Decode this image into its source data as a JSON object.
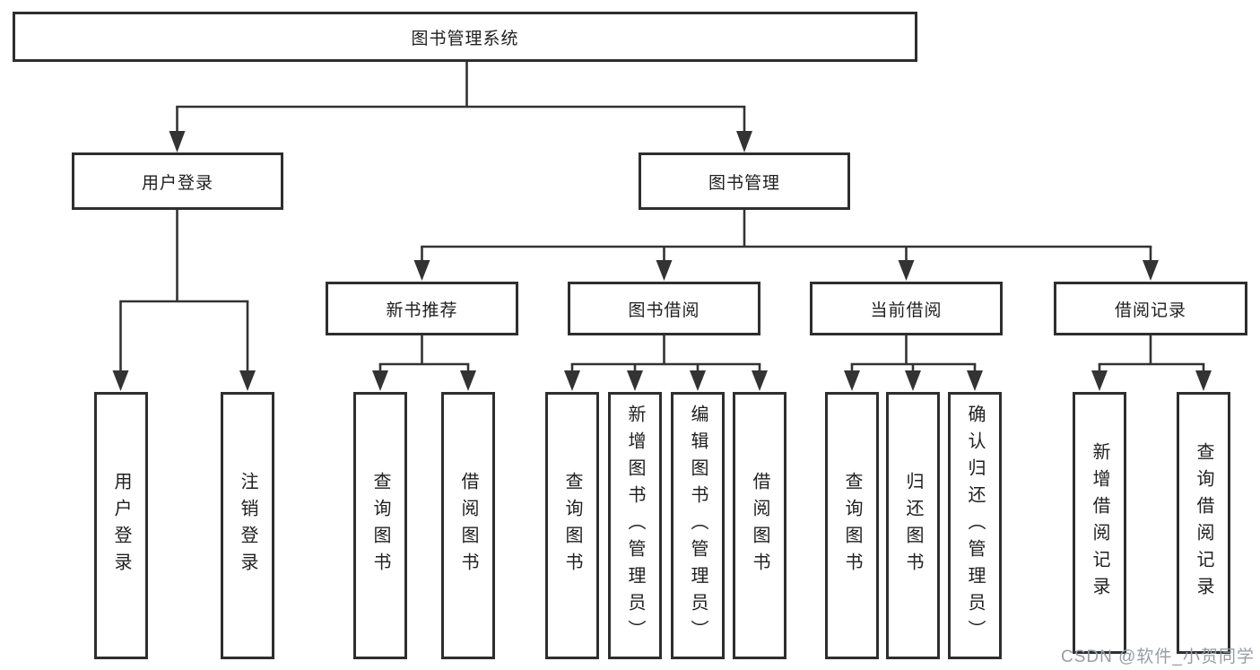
{
  "diagram": {
    "title": "图书管理系统",
    "colors": {
      "line": "#333333",
      "box_border": "#2e2e2e",
      "box_fill": "#ffffff",
      "text": "#1f1f1f",
      "watermark": "#989ca6",
      "background": "#ffffff"
    },
    "nodes": {
      "root": {
        "label": "图书管理系统"
      },
      "user_login": {
        "label": "用户登录"
      },
      "book_mgmt": {
        "label": "图书管理"
      },
      "new_book_rec": {
        "label": "新书推荐"
      },
      "book_borrow": {
        "label": "图书借阅"
      },
      "current_borrow": {
        "label": "当前借阅"
      },
      "borrow_record": {
        "label": "借阅记录"
      },
      "leaf_user_login": {
        "label": "用户登录"
      },
      "leaf_logout": {
        "label": "注销登录"
      },
      "leaf_rec_query_book": {
        "label": "查询图书"
      },
      "leaf_rec_borrow_book": {
        "label": "借阅图书"
      },
      "leaf_bb_query_book": {
        "label": "查询图书"
      },
      "leaf_bb_add_book": {
        "label": "新增图书（管理员）"
      },
      "leaf_bb_edit_book": {
        "label": "编辑图书（管理员）"
      },
      "leaf_bb_borrow_book": {
        "label": "借阅图书"
      },
      "leaf_cb_query_book": {
        "label": "查询图书"
      },
      "leaf_cb_return_book": {
        "label": "归还图书"
      },
      "leaf_cb_confirm_return": {
        "label": "确认归还（管理员）"
      },
      "leaf_br_add_record": {
        "label": "新增借阅记录"
      },
      "leaf_br_query_record": {
        "label": "查询借阅记录"
      }
    },
    "hierarchy_note": {
      "root_children": [
        "用户登录",
        "图书管理"
      ],
      "user_login_children": [
        "用户登录",
        "注销登录"
      ],
      "book_mgmt_children": [
        "新书推荐",
        "图书借阅",
        "当前借阅",
        "借阅记录"
      ],
      "new_book_rec_children": [
        "查询图书",
        "借阅图书"
      ],
      "book_borrow_children": [
        "查询图书",
        "新增图书（管理员）",
        "编辑图书（管理员）",
        "借阅图书"
      ],
      "current_borrow_children": [
        "查询图书",
        "归还图书",
        "确认归还（管理员）"
      ],
      "borrow_record_children": [
        "新增借阅记录",
        "查询借阅记录"
      ]
    },
    "watermark": {
      "text": "CSDN @软件_小贺同学"
    }
  }
}
